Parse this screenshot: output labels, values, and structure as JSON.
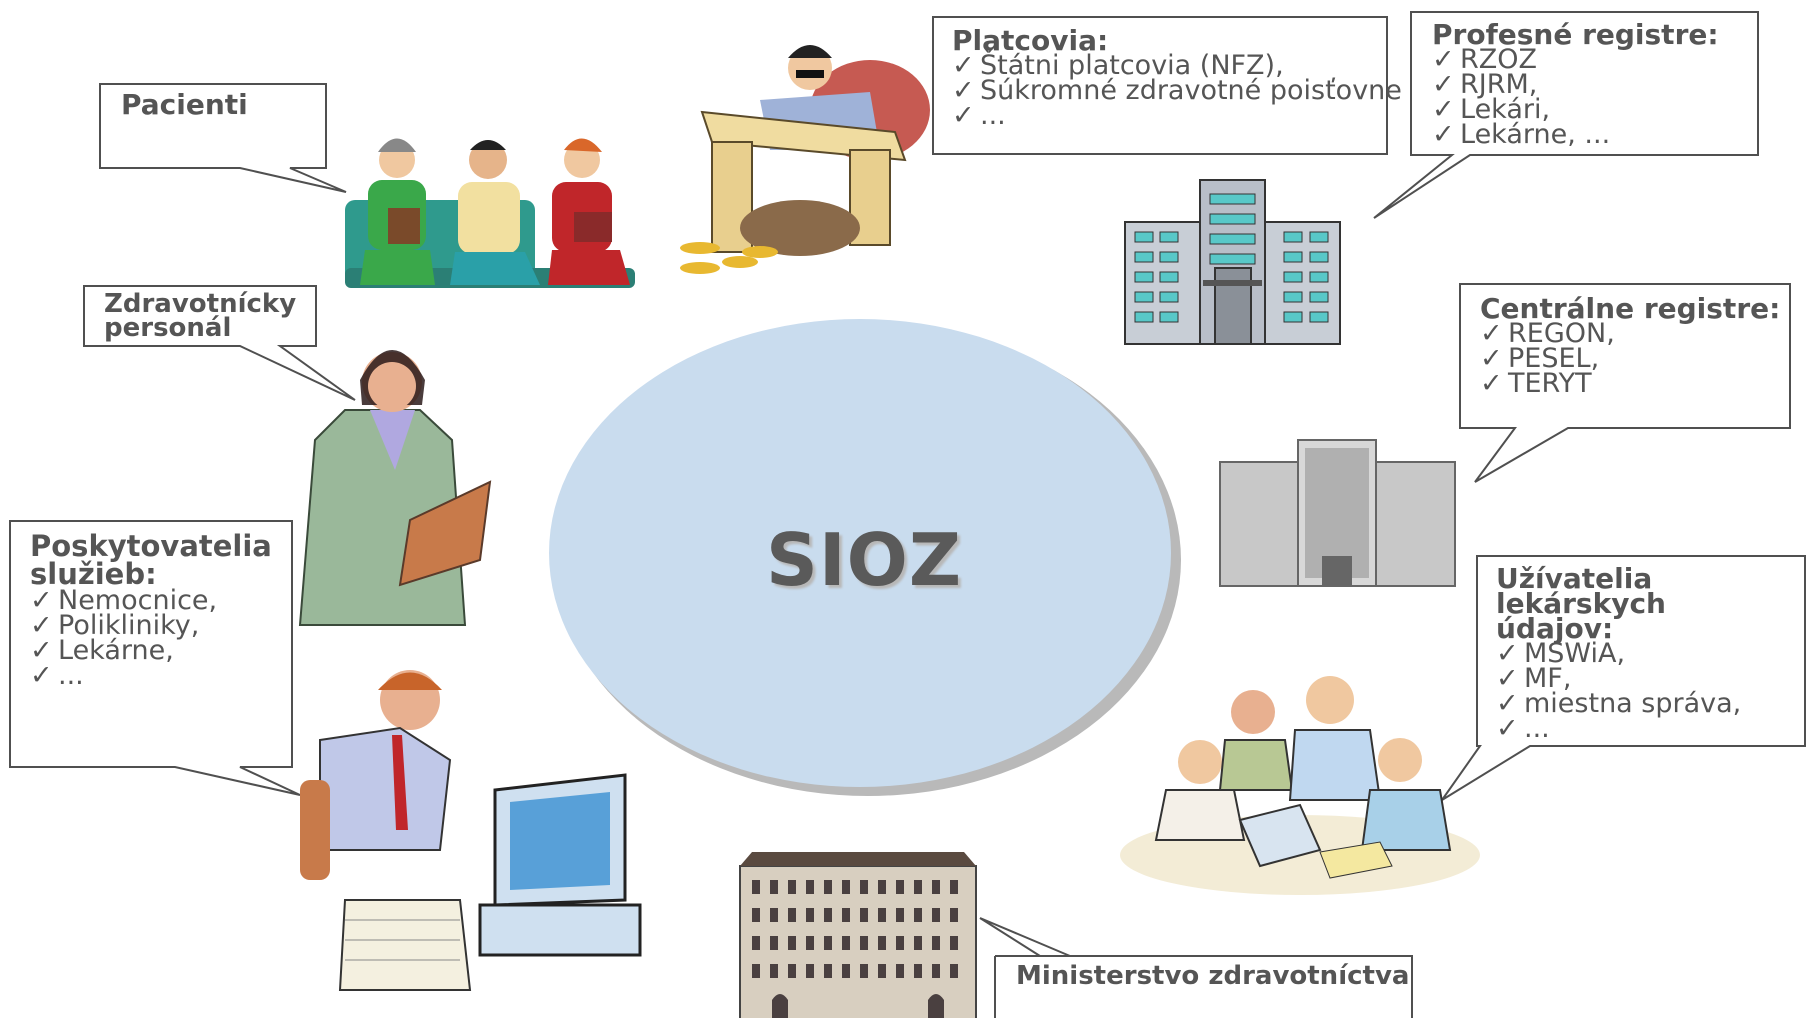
{
  "center_label": "SIOZ",
  "colors": {
    "ellipse_fill": "#c9dcee",
    "ellipse_shadow": "#b9b9b9",
    "callout_border": "#505050",
    "text": "#555555"
  },
  "check_mark": "✓",
  "callouts": {
    "pacienti": {
      "title": "Pacienti"
    },
    "platcovia": {
      "title": "Platcovia:",
      "items": [
        "Štátni platcovia (NFZ),",
        "Súkromné zdravotné poisťovne",
        "..."
      ]
    },
    "profesne": {
      "title": "Profesné registre:",
      "items": [
        "RZOZ",
        "RJRM,",
        "Lekári,",
        "Lekárne, ..."
      ]
    },
    "centralne": {
      "title": "Centrálne registre:",
      "items": [
        "REGON,",
        "PESEL,",
        "TERYT"
      ]
    },
    "zdravotnicky": {
      "title_line1": "Zdravotnícky",
      "title_line2": "personál"
    },
    "poskytovatelia": {
      "title_line1": "Poskytovatelia",
      "title_line2": "služieb:",
      "items": [
        "Nemocnice,",
        "Polikliniky,",
        "Lekárne,",
        "..."
      ]
    },
    "uzivatelia": {
      "title_line1": "Užívatelia lekárskych",
      "title_line2": "údajov:",
      "items": [
        "MSWiA,",
        "MF,",
        "miestna správa,",
        "..."
      ]
    },
    "ministerstvo": {
      "title": "Ministerstvo zdravotníctva"
    }
  }
}
